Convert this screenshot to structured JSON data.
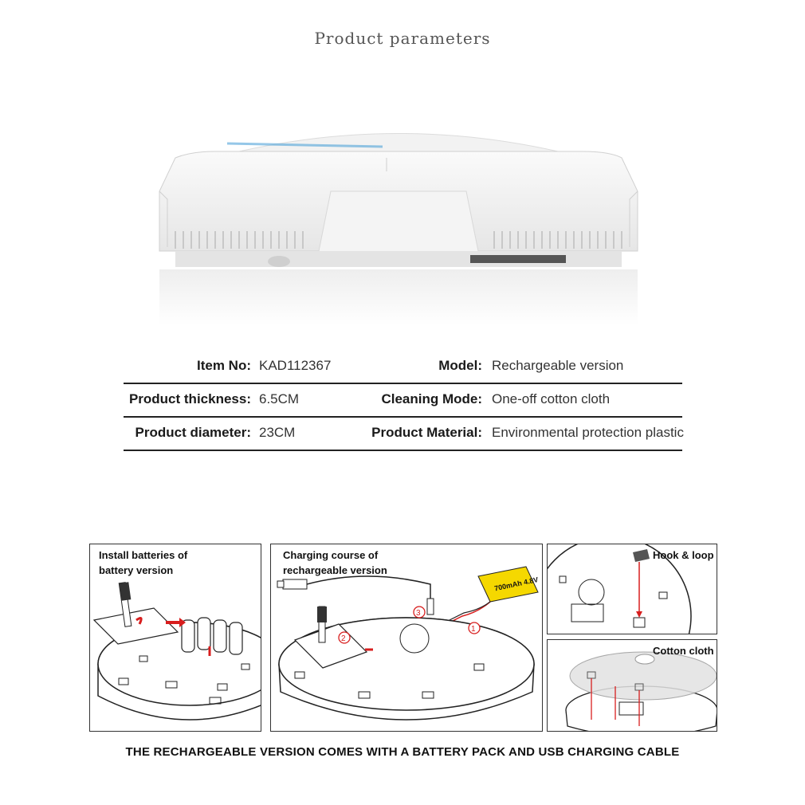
{
  "header": {
    "title": "Product parameters"
  },
  "specs": [
    {
      "left_label": "Item No:",
      "left_value": "KAD112367",
      "right_label": "Model:",
      "right_value": "Rechargeable version"
    },
    {
      "left_label": "Product thickness:",
      "left_value": "6.5CM",
      "right_label": "Cleaning Mode:",
      "right_value": "One-off cotton cloth"
    },
    {
      "left_label": "Product diameter:",
      "left_value": "23CM",
      "right_label": "Product Material:",
      "right_value": "Environmental protection plastic"
    }
  ],
  "panels": {
    "install": {
      "caption_line1": "Install batteries of",
      "caption_line2": "battery version"
    },
    "charging": {
      "caption_line1": "Charging course of",
      "caption_line2": "rechargeable version",
      "battery_label": "700mAh 4.8V",
      "step1": "1",
      "step2": "2",
      "step3": "3"
    },
    "hook": {
      "caption": "Hook & loop"
    },
    "cloth": {
      "caption": "Cotton cloth"
    }
  },
  "footer": {
    "note": "THE RECHARGEABLE VERSION COMES WITH A BATTERY PACK AND USB CHARGING CABLE"
  },
  "colors": {
    "accent_red": "#d81e1e",
    "battery_yellow": "#f5d800",
    "robot_blue": "#4fa3d9"
  }
}
